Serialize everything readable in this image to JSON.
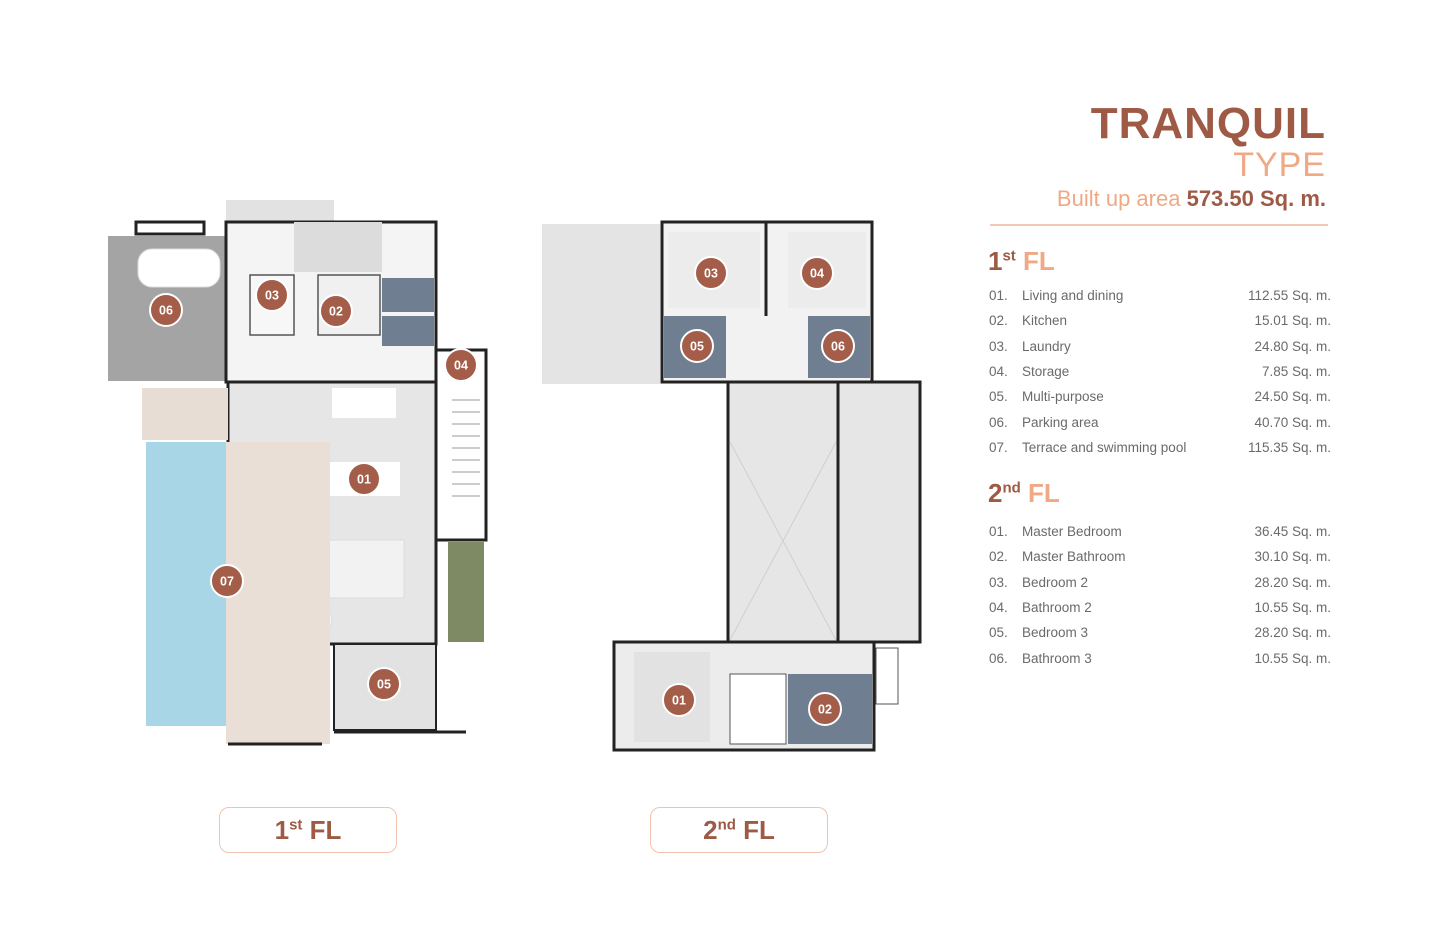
{
  "title": {
    "name": "TRANQUIL",
    "type": "TYPE",
    "built_label": "Built up area",
    "built_value": "573.50 Sq. m."
  },
  "floor1": {
    "heading_num": "1",
    "heading_sup": "st",
    "heading_fl": "FL",
    "rooms": [
      {
        "num": "01.",
        "name": "Living and dining",
        "area": "112.55 Sq. m."
      },
      {
        "num": "02.",
        "name": "Kitchen",
        "area": "15.01 Sq. m."
      },
      {
        "num": "03.",
        "name": "Laundry",
        "area": "24.80 Sq. m."
      },
      {
        "num": "04.",
        "name": "Storage",
        "area": "7.85 Sq. m."
      },
      {
        "num": "05.",
        "name": "Multi-purpose",
        "area": "24.50 Sq. m."
      },
      {
        "num": "06.",
        "name": "Parking area",
        "area": "40.70 Sq. m."
      },
      {
        "num": "07.",
        "name": "Terrace and swimming pool",
        "area": "115.35 Sq. m."
      }
    ]
  },
  "floor2": {
    "heading_num": "2",
    "heading_sup": "nd",
    "heading_fl": "FL",
    "rooms": [
      {
        "num": "01.",
        "name": "Master Bedroom",
        "area": "36.45 Sq. m."
      },
      {
        "num": "02.",
        "name": "Master Bathroom",
        "area": "30.10 Sq. m."
      },
      {
        "num": "03.",
        "name": "Bedroom 2",
        "area": "28.20 Sq. m."
      },
      {
        "num": "04.",
        "name": "Bathroom 2",
        "area": "10.55 Sq. m."
      },
      {
        "num": "05.",
        "name": "Bedroom 3",
        "area": "28.20 Sq. m."
      },
      {
        "num": "06.",
        "name": "Bathroom 3",
        "area": "10.55 Sq. m."
      }
    ]
  },
  "plan1_badges": [
    "01",
    "02",
    "03",
    "04",
    "05",
    "06",
    "07"
  ],
  "plan2_badges": [
    "01",
    "02",
    "03",
    "04",
    "05",
    "06"
  ],
  "buttons": {
    "fl1": {
      "num": "1",
      "sup": "st",
      "fl": "FL"
    },
    "fl2": {
      "num": "2",
      "sup": "nd",
      "fl": "FL"
    }
  },
  "colors": {
    "accent_dark": "#9e5a44",
    "accent_light": "#f0a986",
    "badge": "#a35d48",
    "pool": "#a9d6e6",
    "bath": "#6f7e90"
  }
}
